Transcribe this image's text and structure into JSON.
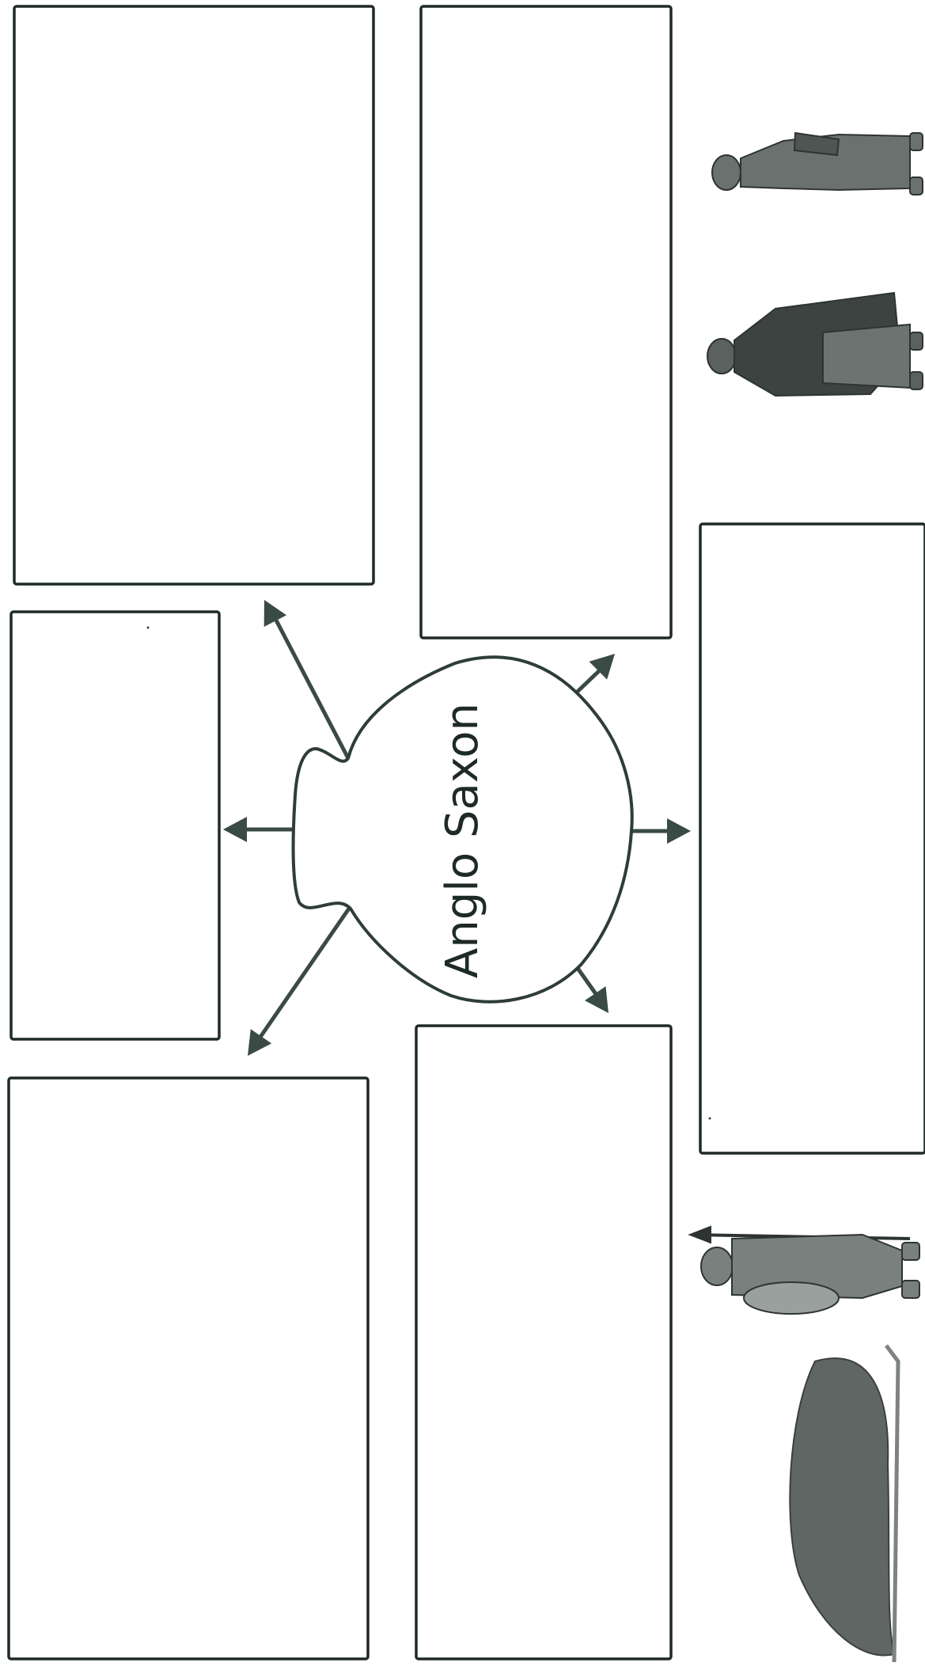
{
  "title": "Anglo Saxon",
  "answer_boxes": [
    {
      "id": "box-1"
    },
    {
      "id": "box-2"
    },
    {
      "id": "box-3"
    },
    {
      "id": "box-4"
    },
    {
      "id": "box-5"
    },
    {
      "id": "box-6"
    },
    {
      "id": "box-7"
    }
  ],
  "illustrations": [
    {
      "name": "woman-figure",
      "icon": "anglo-saxon-woman-icon"
    },
    {
      "name": "man-figure",
      "icon": "anglo-saxon-man-icon"
    },
    {
      "name": "warrior-figure",
      "icon": "anglo-saxon-warrior-icon"
    },
    {
      "name": "burial-mound",
      "icon": "burial-mound-icon"
    }
  ],
  "colors": {
    "outline": "#1f2a26",
    "arrow": "#3a4a44",
    "illustration": "#5f6663"
  }
}
